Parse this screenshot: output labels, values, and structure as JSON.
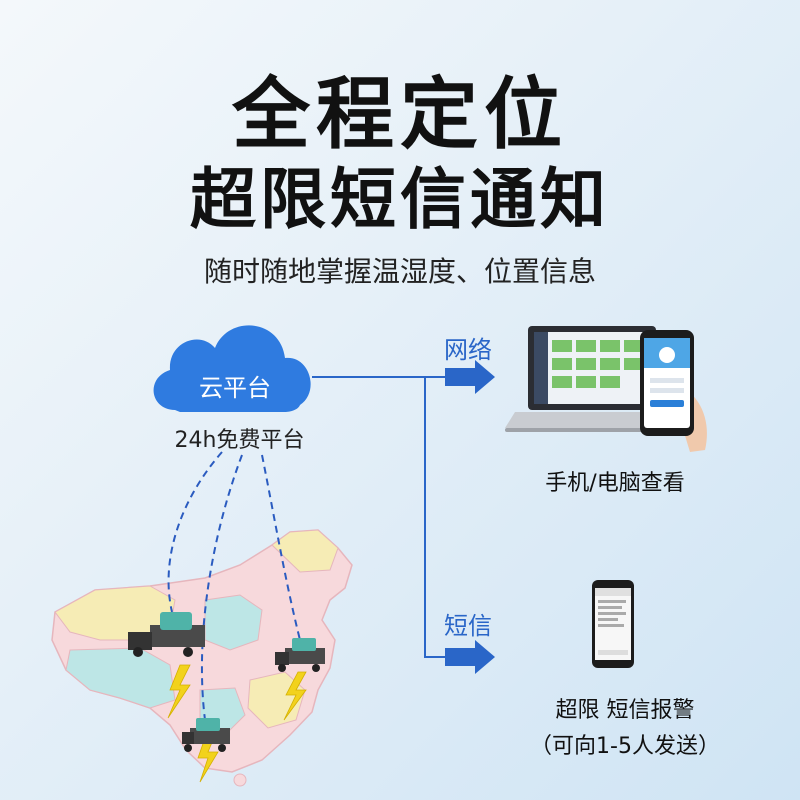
{
  "headline": {
    "line1": "全程定位",
    "line2": "超限短信通知",
    "subtitle": "随时随地掌握温湿度、位置信息"
  },
  "cloud": {
    "label": "云平台",
    "caption": "24h免费平台"
  },
  "channels": {
    "network_label": "网络",
    "sms_label": "短信"
  },
  "outputs": {
    "device_caption": "手机/电脑查看",
    "alarm_caption": "超限 短信报警",
    "alarm_subcaption": "（可向1-5人发送）"
  },
  "colors": {
    "accent_blue": "#2a66c8",
    "cloud_blue": "#2f7be0",
    "lightning_yellow": "#f2d21c",
    "map_pink": "#f7d9dc",
    "map_teal": "#bde6e6",
    "map_yellow": "#f6ecb5"
  },
  "icons": [
    "cloud-icon",
    "arrow-right-icon",
    "laptop-icon",
    "smartphone-icon",
    "truck-icon",
    "lightning-icon",
    "map-icon"
  ]
}
